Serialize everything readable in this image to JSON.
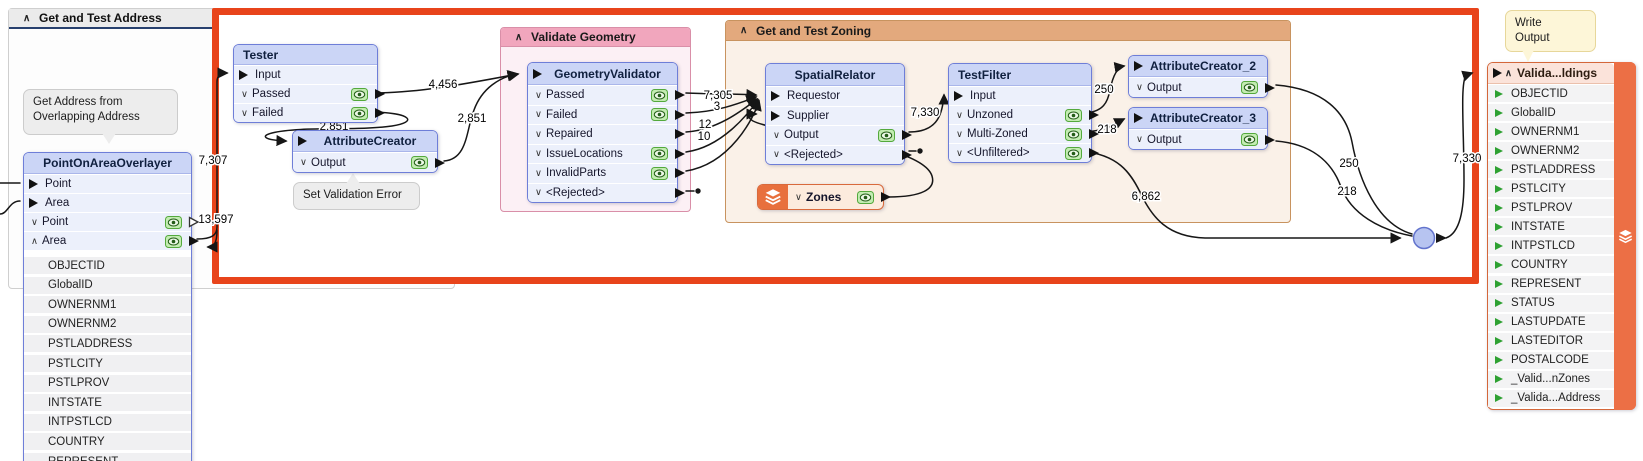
{
  "bookmarks": {
    "address": {
      "title": "Get and Test Address"
    },
    "validate": {
      "title": "Validate Geometry"
    },
    "zoning": {
      "title": "Get and Test Zoning"
    }
  },
  "annotations": {
    "get_address": {
      "lines": [
        "Get Address from",
        "Overlapping Address"
      ]
    },
    "set_validation_error": {
      "lines": [
        "Set Validation Error"
      ]
    },
    "write_output": {
      "lines": [
        "Write",
        "Output"
      ]
    }
  },
  "nodes": {
    "point_on_area_overlayer": {
      "title": "PointOnAreaOverlayer",
      "ports": [
        {
          "name": "Point",
          "dir": "in"
        },
        {
          "name": "Area",
          "dir": "in"
        },
        {
          "name": "Point",
          "dir": "out",
          "chevron": "∨",
          "eye": true,
          "arrow": "hollow"
        },
        {
          "name": "Area",
          "dir": "out",
          "chevron": "∧",
          "eye": true,
          "arrow": "filled"
        }
      ],
      "attributes": [
        "OBJECTID",
        "GlobalID",
        "OWNERNM1",
        "OWNERNM2",
        "PSTLADDRESS",
        "PSTLCITY",
        "PSTLPROV",
        "INTSTATE",
        "INTPSTLCD",
        "COUNTRY",
        "REPRESENT"
      ]
    },
    "tester": {
      "title": "Tester",
      "ports": [
        {
          "name": "Input",
          "dir": "in"
        },
        {
          "name": "Passed",
          "dir": "out",
          "chevron": "∨",
          "eye": true,
          "arrow": "filled"
        },
        {
          "name": "Failed",
          "dir": "out",
          "chevron": "∨",
          "eye": true,
          "arrow": "filled"
        }
      ]
    },
    "attribute_creator": {
      "title": "AttributeCreator",
      "title_input": true,
      "ports": [
        {
          "name": "Output",
          "dir": "out",
          "chevron": "∨",
          "eye": true,
          "arrow": "filled"
        }
      ]
    },
    "geometry_validator": {
      "title": "GeometryValidator",
      "title_input": true,
      "ports": [
        {
          "name": "Passed",
          "dir": "out",
          "chevron": "∨",
          "eye": true,
          "arrow": "filled"
        },
        {
          "name": "Failed",
          "dir": "out",
          "chevron": "∨",
          "eye": true,
          "arrow": "filled"
        },
        {
          "name": "Repaired",
          "dir": "out",
          "chevron": "∨",
          "eye": false,
          "arrow": "filled"
        },
        {
          "name": "IssueLocations",
          "dir": "out",
          "chevron": "∨",
          "eye": true,
          "arrow": "filled"
        },
        {
          "name": "InvalidParts",
          "dir": "out",
          "chevron": "∨",
          "eye": true,
          "arrow": "filled"
        },
        {
          "name": "<Rejected>",
          "dir": "out",
          "chevron": "∨",
          "eye": false,
          "arrow": "filled"
        }
      ]
    },
    "spatial_relator": {
      "title": "SpatialRelator",
      "ports": [
        {
          "name": "Requestor",
          "dir": "in"
        },
        {
          "name": "Supplier",
          "dir": "in"
        },
        {
          "name": "Output",
          "dir": "out",
          "chevron": "∨",
          "eye": true,
          "arrow": "filled"
        },
        {
          "name": "<Rejected>",
          "dir": "out",
          "chevron": "∨",
          "eye": false,
          "arrow": "filled"
        }
      ]
    },
    "test_filter": {
      "title": "TestFilter",
      "ports": [
        {
          "name": "Input",
          "dir": "in"
        },
        {
          "name": "Unzoned",
          "dir": "out",
          "chevron": "∨",
          "eye": true,
          "arrow": "filled"
        },
        {
          "name": "Multi-Zoned",
          "dir": "out",
          "chevron": "∨",
          "eye": true,
          "arrow": "filled"
        },
        {
          "name": "<Unfiltered>",
          "dir": "out",
          "chevron": "∨",
          "eye": true,
          "arrow": "filled"
        }
      ]
    },
    "zones": {
      "title": "Zones",
      "chevron": "∨"
    },
    "attribute_creator_2": {
      "title": "AttributeCreator_2",
      "title_input": true,
      "ports": [
        {
          "name": "Output",
          "dir": "out",
          "chevron": "∨",
          "eye": true,
          "arrow": "filled"
        }
      ]
    },
    "attribute_creator_3": {
      "title": "AttributeCreator_3",
      "title_input": true,
      "ports": [
        {
          "name": "Output",
          "dir": "out",
          "chevron": "∨",
          "eye": true,
          "arrow": "filled"
        }
      ]
    },
    "writer": {
      "title": "Valida...ldings",
      "chevron": "∧",
      "attributes": [
        "OBJECTID",
        "GlobalID",
        "OWNERNM1",
        "OWNERNM2",
        "PSTLADDRESS",
        "PSTLCITY",
        "PSTLPROV",
        "INTSTATE",
        "INTPSTLCD",
        "COUNTRY",
        "REPRESENT",
        "STATUS",
        "LASTUPDATE",
        "LASTEDITOR",
        "POSTALCODE",
        "_Valid...nZones",
        "_Valida...Address"
      ]
    }
  },
  "connection_counts": {
    "area_out_upper": "7,307",
    "area_out_lower": "13,597",
    "tester_passed": "4,456",
    "tester_failed": "2,851",
    "ac_output": "2,851",
    "gv_passed": "7,305",
    "gv_failed": "3",
    "gv_repaired": "12",
    "gv_issuelocations": "10",
    "sr_output": "7,330",
    "tf_unzoned": "250",
    "tf_multizoned": "218",
    "tf_unfiltered": "6,862",
    "ac2_output": "250",
    "ac3_output": "218",
    "junction_writer": "7,330"
  }
}
